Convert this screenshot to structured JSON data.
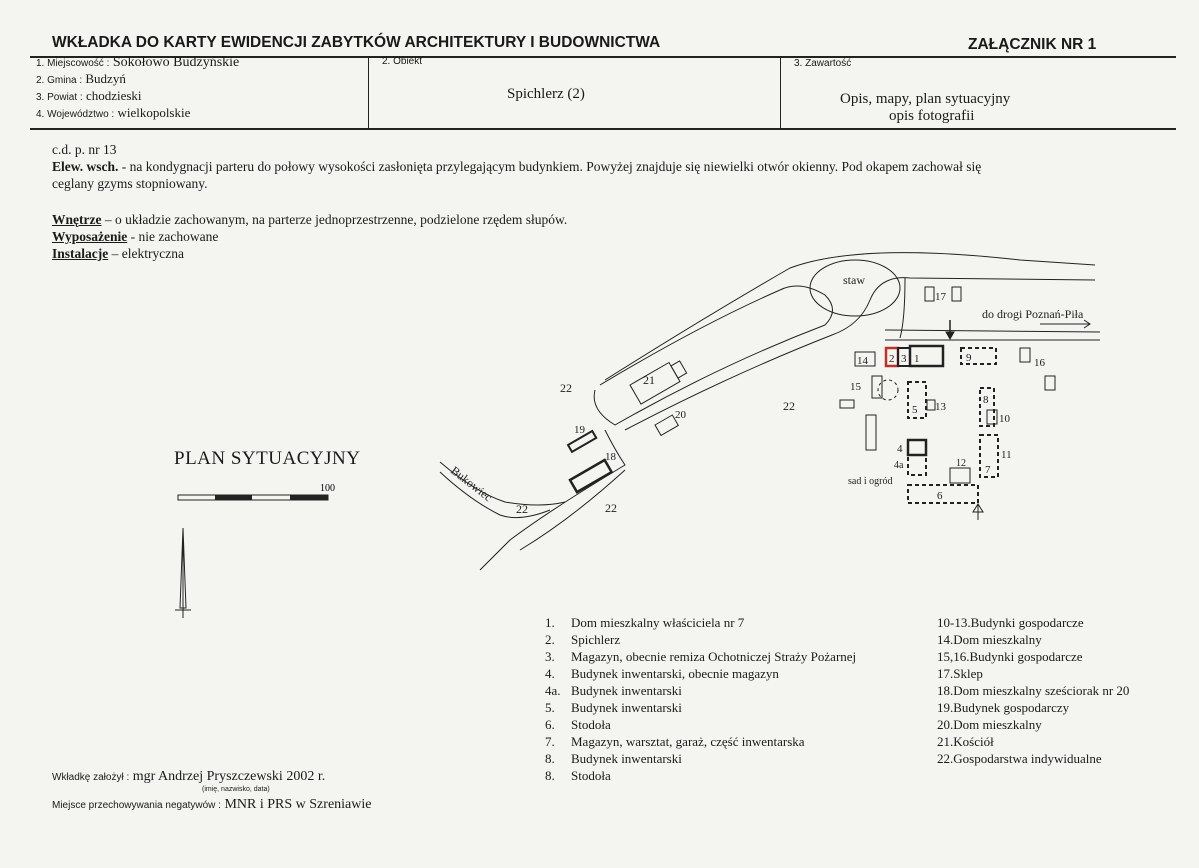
{
  "header": {
    "title": "WKŁADKA DO KARTY EWIDENCJI ZABYTKÓW ARCHITEKTURY I BUDOWNICTWA",
    "attachment": "ZAŁĄCZNIK NR 1"
  },
  "info": {
    "miejscowosc_label": "1. Miejscowość :",
    "miejscowosc_value": "Sokołowo Budzyńskie",
    "gmina_label": "2. Gmina :",
    "gmina_value": "Budzyń",
    "powiat_label": "3. Powiat :",
    "powiat_value": "chodzieski",
    "wojewodztwo_label": "4. Województwo :",
    "wojewodztwo_value": "wielkopolskie",
    "obiekt_label": "2. Obiekt",
    "obiekt_value": "Spichlerz (2)",
    "zawartosc_label": "3. Zawartość",
    "zawartosc_line1": "Opis, mapy, plan sytuacyjny",
    "zawartosc_line2": "opis fotografii"
  },
  "description": {
    "cdp": "c.d. p.  nr 13",
    "elew_label": "Elew. wsch.",
    "elew_text": " - na kondygnacji parteru do połowy wysokości zasłonięta przylegającym budynkiem. Powyżej znajduje się niewielki otwór okienny. Pod okapem zachował się",
    "elew_text2": "ceglany gzyms stopniowany.",
    "wnetrze_label": "Wnętrze",
    "wnetrze_text": " – o układzie zachowanym, na parterze jednoprzestrzenne, podzielone rzędem słupów.",
    "wyposazenie_label": "Wyposażenie",
    "wyposazenie_text": " - nie zachowane",
    "instalacje_label": "Instalacje",
    "instalacje_text": " – elektryczna"
  },
  "plan": {
    "title": "PLAN SYTUACYJNY",
    "scale_label": "100",
    "staw": "staw",
    "road_label": "do drogi Poznań-Piła",
    "bukowiec": "Bukowiec",
    "sad": "sad i ogród",
    "numbers": {
      "n1": "1",
      "n2": "2",
      "n3": "3",
      "n4": "4",
      "n4a": "4a",
      "n5": "5",
      "n6": "6",
      "n7": "7",
      "n8": "8",
      "n9": "9",
      "n10": "10",
      "n11": "11",
      "n12": "12",
      "n13": "13",
      "n14": "14",
      "n15": "15",
      "n16": "16",
      "n17": "17",
      "n18": "18",
      "n19": "19",
      "n20": "20",
      "n21": "21",
      "n22": "22"
    }
  },
  "legend_left": [
    {
      "num": "1.",
      "text": "Dom mieszkalny właściciela nr 7"
    },
    {
      "num": "2.",
      "text": "Spichlerz"
    },
    {
      "num": "3.",
      "text": "Magazyn, obecnie remiza Ochotniczej Straży Pożarnej"
    },
    {
      "num": "4.",
      "text": "Budynek inwentarski, obecnie magazyn"
    },
    {
      "num": "4a.",
      "text": "Budynek inwentarski"
    },
    {
      "num": "5.",
      "text": "Budynek inwentarski"
    },
    {
      "num": "6.",
      "text": "Stodoła"
    },
    {
      "num": "7.",
      "text": "Magazyn, warsztat, garaż, część inwentarska"
    },
    {
      "num": "8.",
      "text": "Budynek inwentarski"
    },
    {
      "num": "8.",
      "text": "Stodoła"
    }
  ],
  "legend_right": [
    {
      "num": "10-13.",
      "text": "Budynki gospodarcze"
    },
    {
      "num": "14.",
      "text": "Dom mieszkalny"
    },
    {
      "num": "15,16.",
      "text": "Budynki gospodarcze"
    },
    {
      "num": "17.",
      "text": "Sklep"
    },
    {
      "num": "18.",
      "text": "Dom mieszkalny sześciorak nr 20"
    },
    {
      "num": "19.",
      "text": "Budynek gospodarczy"
    },
    {
      "num": "20.",
      "text": "Dom mieszkalny"
    },
    {
      "num": "21.",
      "text": "Kościół"
    },
    {
      "num": "22.",
      "text": "Gospodarstwa indywidualne"
    }
  ],
  "footer": {
    "zalozyl_label": "Wkładkę założył :",
    "zalozyl_value": "mgr Andrzej Pryszczewski  2002 r.",
    "hint": "(imię, nazwisko, data)",
    "negatywy_label": "Miejsce przechowywania negatywów :",
    "negatywy_value": "MNR i PRS w Szreniawie"
  },
  "colors": {
    "paper": "#f4f4f1",
    "ink": "#1a1a1a",
    "highlight": "#c0302a"
  }
}
